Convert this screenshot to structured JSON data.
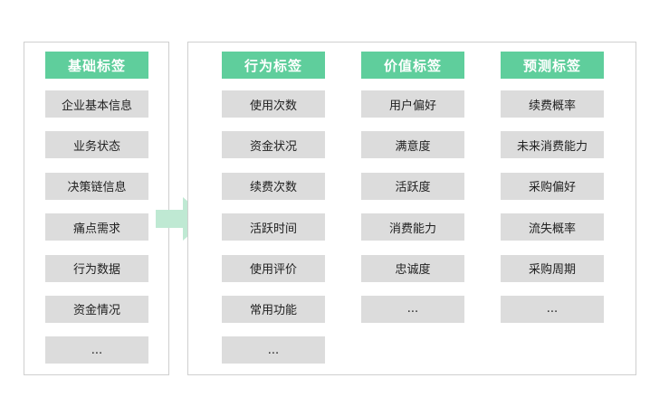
{
  "left": {
    "header": "基础标签",
    "items": [
      "企业基本信息",
      "业务状态",
      "决策链信息",
      "痛点需求",
      "行为数据",
      "资金情况",
      "..."
    ]
  },
  "right": {
    "columns": [
      {
        "header": "行为标签",
        "items": [
          "使用次数",
          "资金状况",
          "续费次数",
          "活跃时间",
          "使用评价",
          "常用功能",
          "..."
        ]
      },
      {
        "header": "价值标签",
        "items": [
          "用户偏好",
          "满意度",
          "活跃度",
          "消费能力",
          "忠诚度",
          "..."
        ]
      },
      {
        "header": "预测标签",
        "items": [
          "续费概率",
          "未来消费能力",
          "采购偏好",
          "流失概率",
          "采购周期",
          "..."
        ]
      }
    ]
  },
  "colors": {
    "header_green": "#5fce9c",
    "arrow_green": "#bfe9d3",
    "item_gray": "#dcdcdc"
  }
}
